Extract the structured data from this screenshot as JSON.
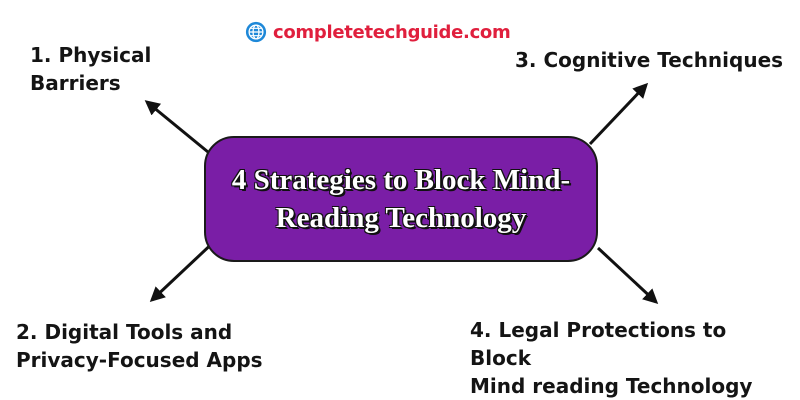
{
  "brand": {
    "icon": "globe-icon",
    "text": "completetechguide.com",
    "color": "#e01f3d"
  },
  "center": {
    "title_line_1": "4 Strategies to Block Mind-",
    "title_line_2": "Reading Technology",
    "fill_color": "#7a1ea6"
  },
  "strategies": [
    {
      "line_1": "1. Physical",
      "line_2": "Barriers"
    },
    {
      "line_1": "2. Digital Tools and",
      "line_2": "Privacy-Focused Apps"
    },
    {
      "line_1": "3. Cognitive Techniques",
      "line_2": ""
    },
    {
      "line_1": "4. Legal Protections to Block",
      "line_2": "Mind reading Technology"
    }
  ],
  "arrow_color": "#111111"
}
